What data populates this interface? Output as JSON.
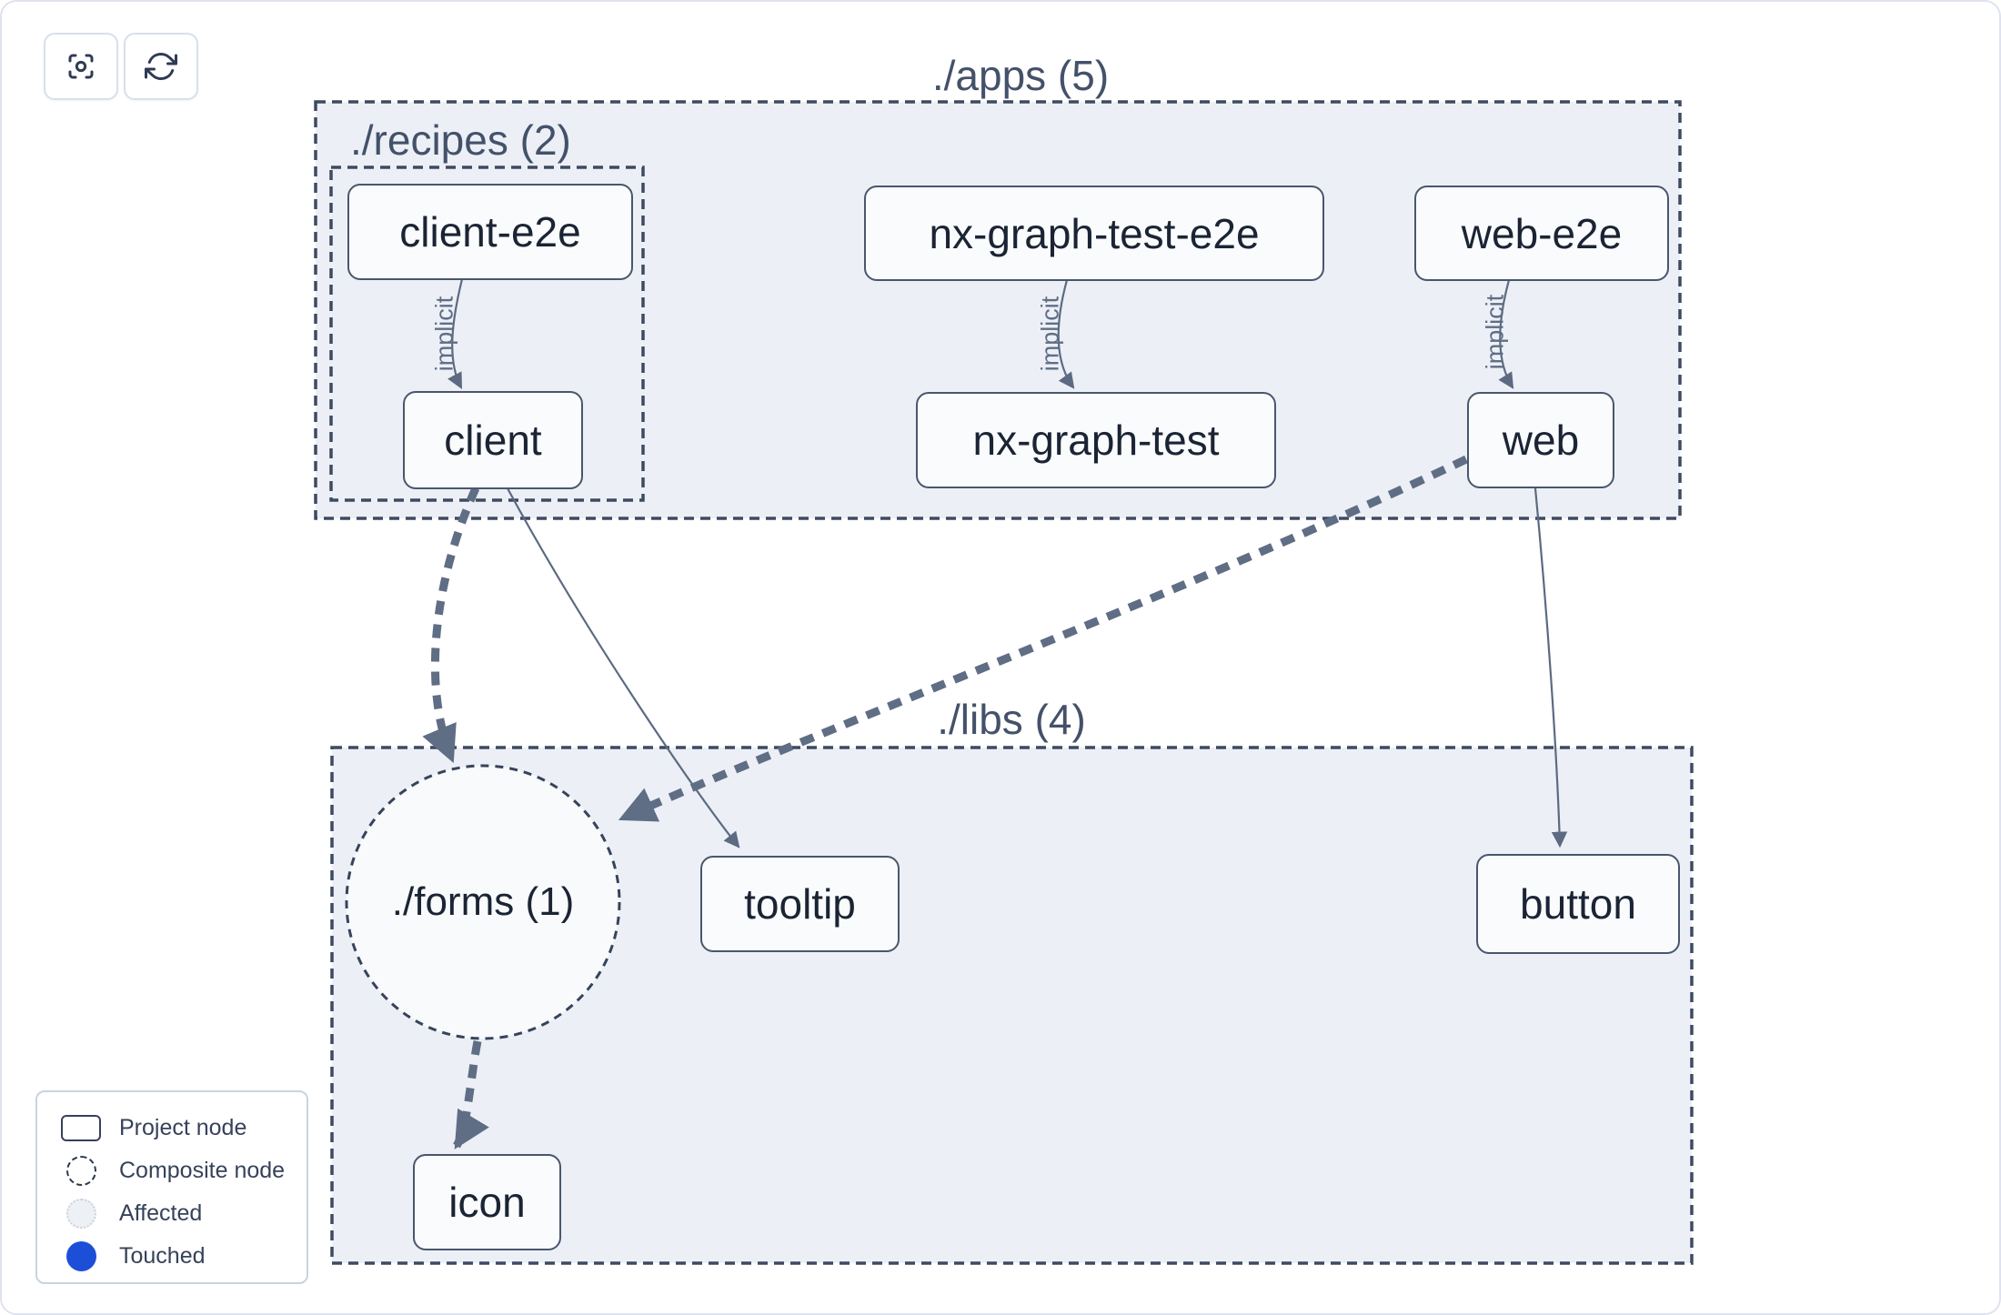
{
  "toolbar": {
    "buttons": [
      {
        "name": "focus",
        "icon": "focus-crosshair-icon"
      },
      {
        "name": "refresh",
        "icon": "refresh-icon"
      }
    ]
  },
  "graph": {
    "containers": [
      {
        "id": "apps",
        "label": "./apps (5)"
      },
      {
        "id": "recipes",
        "label": "./recipes (2)"
      },
      {
        "id": "libs",
        "label": "./libs (4)"
      }
    ],
    "composite_nodes": [
      {
        "id": "forms",
        "label": "./forms (1)"
      }
    ],
    "nodes": [
      {
        "id": "client-e2e",
        "label": "client-e2e"
      },
      {
        "id": "client",
        "label": "client"
      },
      {
        "id": "nx-graph-test-e2e",
        "label": "nx-graph-test-e2e"
      },
      {
        "id": "nx-graph-test",
        "label": "nx-graph-test"
      },
      {
        "id": "web-e2e",
        "label": "web-e2e"
      },
      {
        "id": "web",
        "label": "web"
      },
      {
        "id": "tooltip",
        "label": "tooltip"
      },
      {
        "id": "button",
        "label": "button"
      },
      {
        "id": "icon",
        "label": "icon"
      }
    ],
    "edges": [
      {
        "from": "client-e2e",
        "to": "client",
        "type": "implicit",
        "label": "implicit"
      },
      {
        "from": "nx-graph-test-e2e",
        "to": "nx-graph-test",
        "type": "implicit",
        "label": "implicit"
      },
      {
        "from": "web-e2e",
        "to": "web",
        "type": "implicit",
        "label": "implicit"
      },
      {
        "from": "client",
        "to": "./forms",
        "type": "composite-dashed",
        "label": ""
      },
      {
        "from": "client",
        "to": "tooltip",
        "type": "static",
        "label": ""
      },
      {
        "from": "web",
        "to": "./forms",
        "type": "composite-dashed",
        "label": ""
      },
      {
        "from": "web",
        "to": "button",
        "type": "static",
        "label": ""
      },
      {
        "from": "./forms",
        "to": "icon",
        "type": "composite-dashed",
        "label": ""
      }
    ]
  },
  "legend": {
    "items": [
      {
        "label": "Project node",
        "swatch": "project-rect"
      },
      {
        "label": "Composite node",
        "swatch": "dashed-circle"
      },
      {
        "label": "Affected",
        "swatch": "affected-circle"
      },
      {
        "label": "Touched",
        "swatch": "touched-circle"
      }
    ]
  },
  "colors": {
    "touched_blue": "#1d4ed8",
    "container_fill": "#ecf0f6",
    "container_border": "#3e4a60",
    "node_fill": "#fafbfd",
    "node_border": "#49566e",
    "node_text": "#1b2434",
    "edge": "#5c6a82",
    "card_border": "#dfe3ee"
  }
}
